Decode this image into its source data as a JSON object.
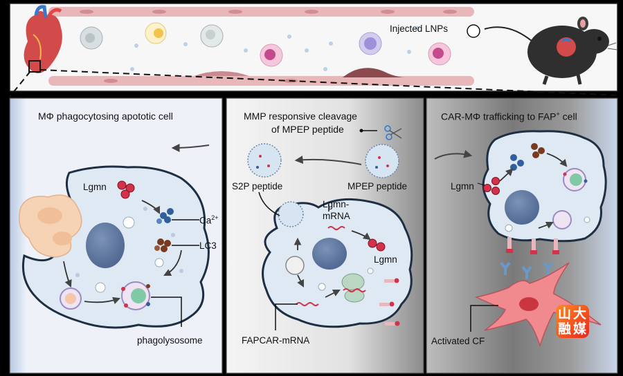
{
  "top_strip": {
    "injected_label": "Injected LNPs"
  },
  "panel_left": {
    "title": "MΦ phagocytosing apototic cell",
    "lgmn": "Lgmn",
    "ca": "Ca",
    "ca_sup": "2+",
    "lc3": "LC3",
    "phagolysosome": "phagolysosome"
  },
  "panel_middle": {
    "title_line1": "MMP responsive cleavage",
    "title_line2": "of MPEP peptide",
    "s2p": "S2P peptide",
    "mpep": "MPEP peptide",
    "lgmn_mrna_line1": "Lgmn-",
    "lgmn_mrna_line2": "mRNA",
    "lgmn": "Lgmn",
    "fapcar": "FAPCAR-mRNA"
  },
  "panel_right": {
    "title_a": "CAR-MΦ trafficking to FAP",
    "title_sup": "+",
    "title_b": " cell",
    "lgmn": "Lgmn",
    "activated_cf": "Activated CF"
  },
  "watermark": {
    "chars": [
      "山",
      "大",
      "融",
      "媒"
    ]
  },
  "colors": {
    "cell_fill": "#dfe9f4",
    "cell_outline": "#1e2f44",
    "nucleus": "#5a7398",
    "lgmn_red": "#d2334a",
    "lc3_brown": "#7a3a1e",
    "ca_blue": "#2f5f9c",
    "fibroblast": "#f08a8e",
    "vessel_pink": "#e7b7ba"
  }
}
